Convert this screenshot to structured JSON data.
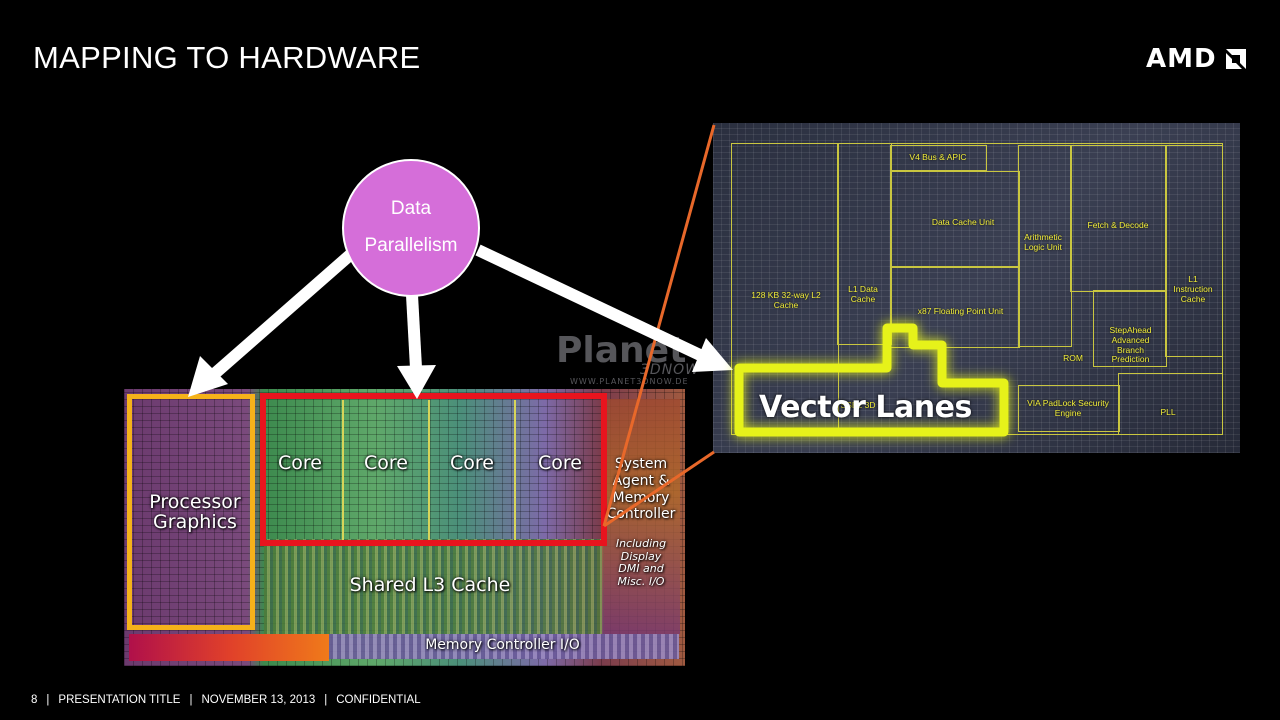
{
  "slide": {
    "title": "MAPPING TO HARDWARE",
    "logo_text": "AMD"
  },
  "footer": {
    "page_number": "8",
    "presentation_title": "PRESENTATION TITLE",
    "date": "NOVEMBER 13, 2013",
    "classification": "CONFIDENTIAL"
  },
  "diagram": {
    "center_node": {
      "line1": "Data",
      "line2": "Parallelism"
    },
    "left_die": {
      "processor_graphics": "Processor Graphics",
      "cores": [
        "Core",
        "Core",
        "Core",
        "Core"
      ],
      "system_agent": "System Agent & Memory Controller",
      "system_agent_detail": "Including Display DMI and Misc. I/O",
      "shared_cache": "Shared L3 Cache",
      "memory_controller_io": "Memory Controller I/O",
      "watermark": "Planet",
      "watermark_sub": "3DNOW",
      "watermark_url": "WWW.PLANET3DNOW.DE"
    },
    "right_die": {
      "units": [
        "V4 Bus & APIC",
        "Data Cache Unit",
        "Arithmetic Logic Unit",
        "Fetch & Decode",
        "128 KB 32-way L2 Cache",
        "L1 Data Cache",
        "x87 Floating Point Unit",
        "L1 Instruction Cache",
        "StepAhead Advanced Branch Prediction",
        "ROM",
        "VIA PadLock Security Engine",
        "PLL",
        "SSE2 3D"
      ],
      "highlight_label": "Vector Lanes"
    },
    "colors": {
      "node_fill": "#d56ed9",
      "graphics_box": "#f5b21a",
      "cores_box": "#e8141e",
      "vector_highlight": "#e6f21a",
      "zoom_lines": "#e8682a",
      "arrows": "#ffffff"
    }
  }
}
